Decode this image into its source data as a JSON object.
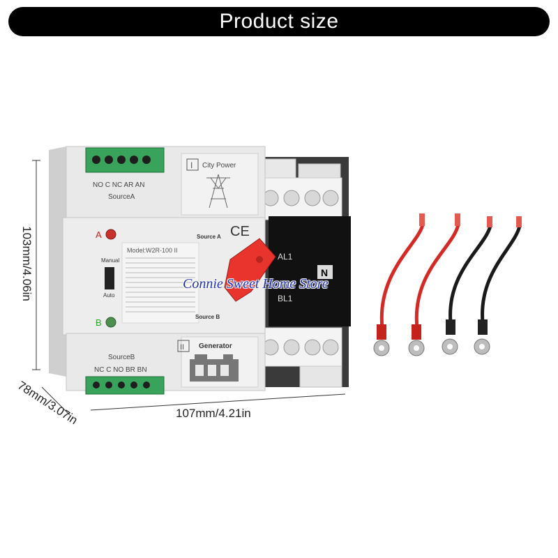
{
  "header": {
    "title": "Product size"
  },
  "dimensions": {
    "height_label": "103mm/4.06in",
    "depth_label": "78mm/3.07in",
    "width_label": "107mm/4.21in"
  },
  "watermark": "Connie Sweet Home Store",
  "device": {
    "top_terminal_labels": "NO C NC AR AN",
    "source_a_label": "SourceA",
    "section_one_symbol": "I",
    "city_power_label": "City Power",
    "indicator_a": "A",
    "indicator_b": "B",
    "source_a_panel": "Source A",
    "source_b_panel": "Source B",
    "ce_mark": "CE",
    "model": "Model:W2R-100 II",
    "manual_label": "Manual",
    "auto_label": "Auto",
    "right_al1": "AL1",
    "right_bl1": "BL1",
    "right_n": "N",
    "section_two_symbol": "II",
    "generator_label": "Generator",
    "source_b_label": "SourceB",
    "bottom_terminal_labels": "NC C NO BR BN"
  },
  "colors": {
    "header_bg": "#000000",
    "body_gray": "#e6e6e6",
    "terminal_green": "#3aa35b",
    "lever_red": "#e8342c",
    "wire_red": "#d42a25",
    "wire_black": "#1a1a1a",
    "watermark_blue": "#1f2fb8"
  }
}
